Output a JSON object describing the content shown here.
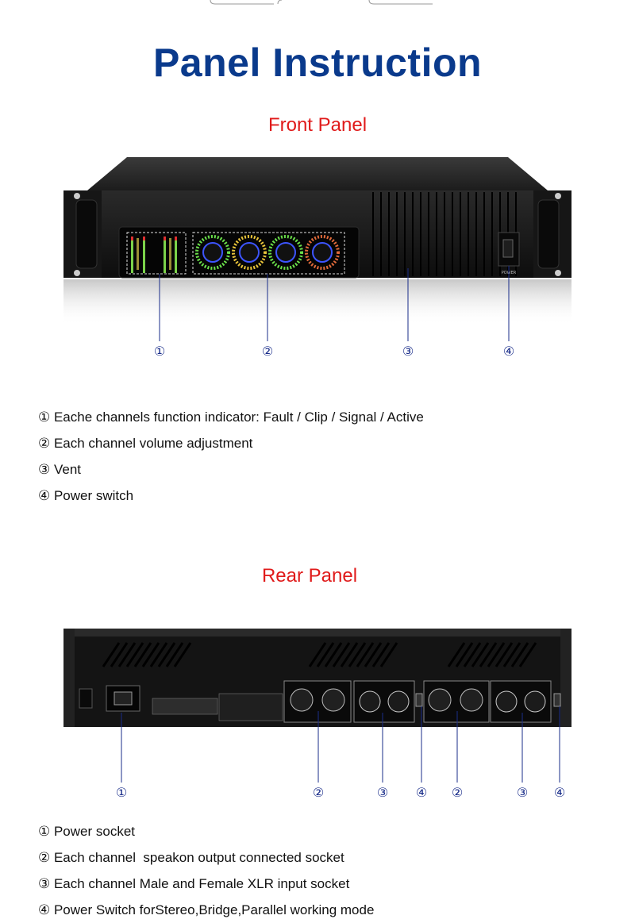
{
  "title": "Panel Instruction",
  "front_panel": {
    "heading": "Front Panel",
    "switch_label": "POWER",
    "markers": [
      "①",
      "②",
      "③",
      "④"
    ],
    "items": [
      "① Eache channels function indicator: Fault / Clip / Signal / Active",
      "② Each channel volume adjustment",
      "③ Vent",
      "④ Power switch"
    ]
  },
  "rear_panel": {
    "heading": "Rear Panel",
    "markers": [
      "①",
      "②",
      "③",
      "④",
      "②",
      "③",
      "④"
    ],
    "items": [
      "① Power socket",
      "② Each channel  speakon output connected socket",
      "③ Each channel Male and Female XLR input socket",
      "④ Power Switch forStereo,Bridge,Parallel working mode"
    ]
  },
  "colors": {
    "title": "#0a3a8c",
    "heading": "#e01a1a",
    "marker": "#1a2d8a"
  }
}
